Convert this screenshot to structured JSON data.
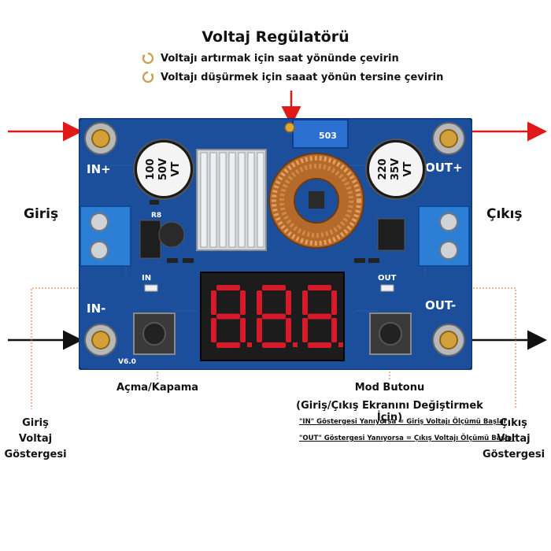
{
  "title": "Voltaj Regülatörü",
  "instructions": {
    "cw": "Voltajı artırmak için saat yönünde çevirin",
    "ccw": "Voltajı düşürmek için saaat yönün tersine çevirin"
  },
  "sides": {
    "input": "Giriş",
    "output": "Çıkış"
  },
  "board": {
    "in_plus": "IN+",
    "in_minus": "IN-",
    "out_plus": "OUT+",
    "out_minus": "OUT-",
    "in_led": "IN",
    "out_led": "OUT",
    "cap_left": [
      "100",
      "50V",
      "VT"
    ],
    "cap_right": [
      "220",
      "35V",
      "VT"
    ],
    "pot_label": "503",
    "r8": "R8",
    "version": "V6.0"
  },
  "labels": {
    "power": "Açma/Kapama",
    "mode_button": "Mod Butonu",
    "mode_sub": "(Giriş/Çıkış Ekranını Değiştirmek İçin)",
    "note_in": "\"IN\" Göstergesi Yanıyorsa = Giriş Voltajı Ölçümü Başlar",
    "note_out": "\"OUT\" Göstergesi Yanıyorsa = Çıkış Voltajı Ölçümü Başlar",
    "in_indicator": [
      "Giriş",
      "Voltaj",
      "Göstergesi"
    ],
    "out_indicator": [
      "Çıkış",
      "Voltaj",
      "Göstergesi"
    ]
  },
  "colors": {
    "pcb": "#1b4f9c",
    "arrow_red": "#e01818",
    "display_red": "#d8192a"
  },
  "icons": [
    "clockwise-icon",
    "counterclockwise-icon"
  ]
}
